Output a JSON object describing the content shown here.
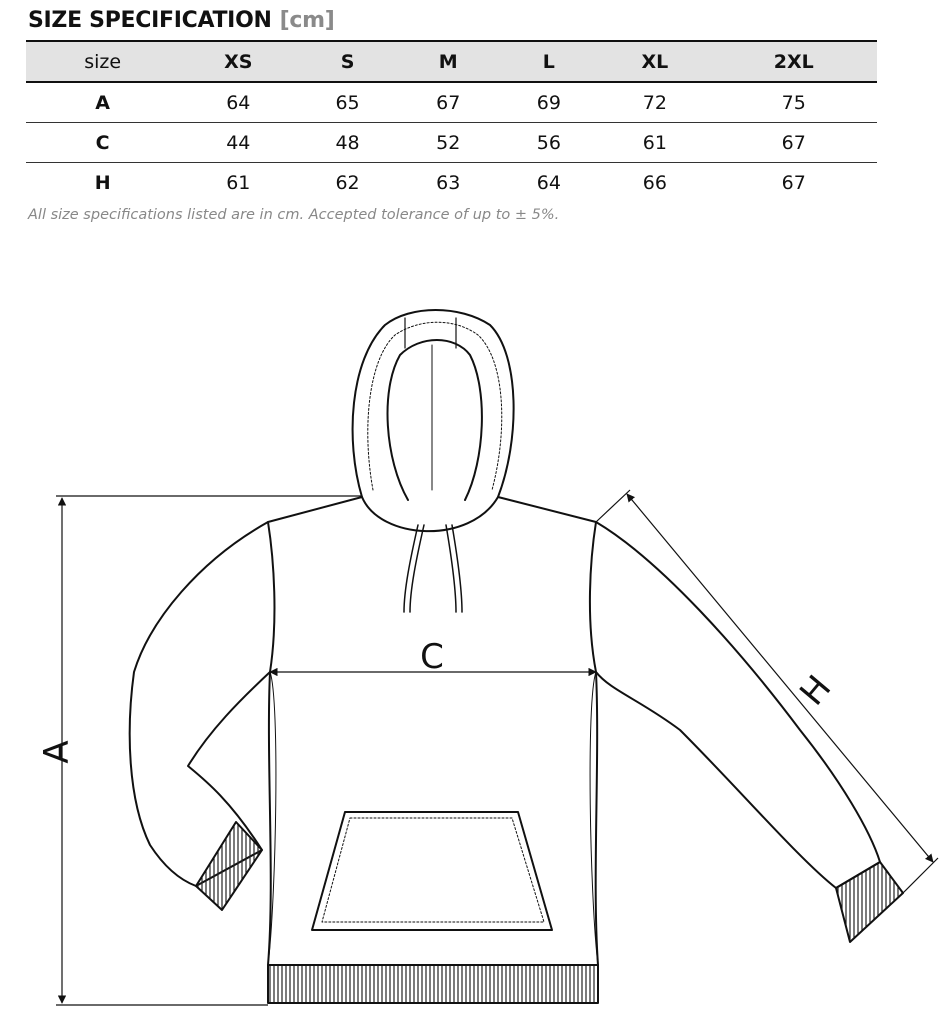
{
  "title": "SIZE SPECIFICATION",
  "unit": "[cm]",
  "table": {
    "header": [
      "size",
      "XS",
      "S",
      "M",
      "L",
      "XL",
      "2XL"
    ],
    "rows": [
      {
        "label": "A",
        "values": [
          "64",
          "65",
          "67",
          "69",
          "72",
          "75"
        ]
      },
      {
        "label": "C",
        "values": [
          "44",
          "48",
          "52",
          "56",
          "61",
          "67"
        ]
      },
      {
        "label": "H",
        "values": [
          "61",
          "62",
          "63",
          "64",
          "66",
          "67"
        ]
      }
    ]
  },
  "note": "All size specifications listed are in cm. Accepted tolerance of up to ± 5%.",
  "diagram": {
    "label_a": "A",
    "label_c": "C",
    "label_h": "H"
  }
}
